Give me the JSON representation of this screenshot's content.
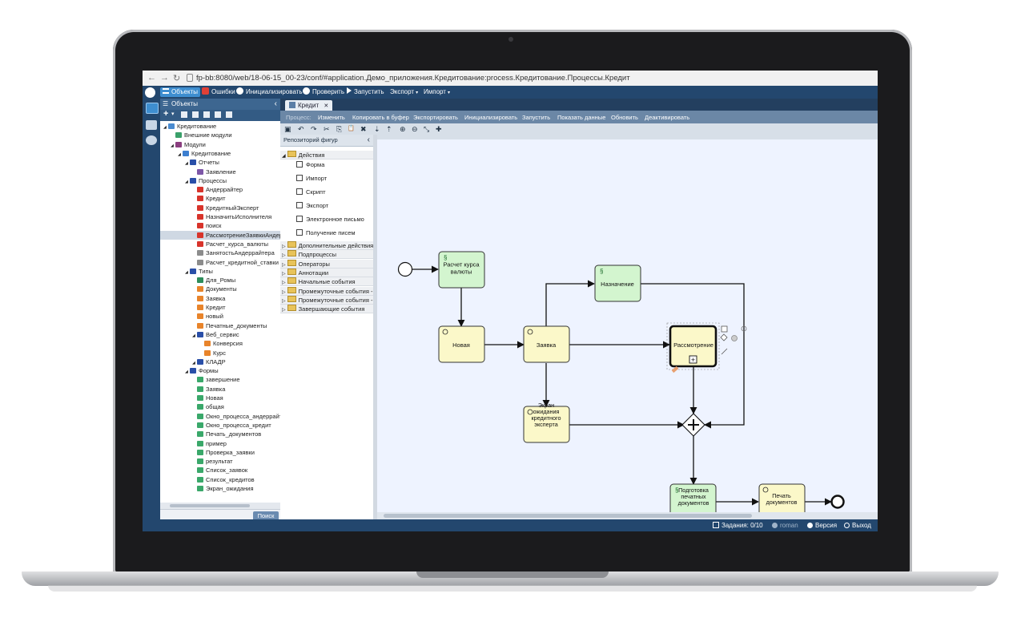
{
  "browser": {
    "back_glyph": "←",
    "forward_glyph": "→",
    "reload_glyph": "↻",
    "url": "fp-bb:8080/web/18-06-15_00-23/conf/#application.Демо_приложения.Кредитование:process.Кредитование.Процессы.Кредит"
  },
  "appbar": {
    "objects": "Объекты",
    "errors": "Ошибки",
    "initialize": "Инициализировать",
    "check": "Проверить",
    "run": "Запустить",
    "export": "Экспорт",
    "import": "Импорт"
  },
  "objects_panel": {
    "title": "Объекты",
    "collapse_glyph": "‹",
    "search_button": "Поиск"
  },
  "tree": [
    {
      "label": "Кредитование",
      "level": 0,
      "kind": "app",
      "color": "#4a8bd0"
    },
    {
      "label": "Внешние модули",
      "level": 1,
      "kind": "cloud",
      "color": "#3aa06a"
    },
    {
      "label": "Модули",
      "level": 1,
      "kind": "module",
      "color": "#8a3e7f"
    },
    {
      "label": "Кредитование",
      "level": 2,
      "kind": "folder",
      "color": "#3d7fd0"
    },
    {
      "label": "Отчеты",
      "level": 3,
      "kind": "folder",
      "color": "#2a4fa8"
    },
    {
      "label": "Заявление",
      "level": 4,
      "kind": "report",
      "color": "#7d57a7"
    },
    {
      "label": "Процессы",
      "level": 3,
      "kind": "folder",
      "color": "#2a4fa8"
    },
    {
      "label": "Андеррайтер",
      "level": 4,
      "kind": "process",
      "color": "#d8342b"
    },
    {
      "label": "Кредит",
      "level": 4,
      "kind": "process",
      "color": "#d8342b"
    },
    {
      "label": "КредитныйЭксперт",
      "level": 4,
      "kind": "process",
      "color": "#d8342b"
    },
    {
      "label": "НазначитьИсполнителя",
      "level": 4,
      "kind": "process",
      "color": "#d8342b"
    },
    {
      "label": "поиск",
      "level": 4,
      "kind": "process",
      "color": "#d8342b"
    },
    {
      "label": "РассмотрениеЗаявкиАндеррайтером",
      "level": 4,
      "kind": "process",
      "color": "#d8342b",
      "selected": true
    },
    {
      "label": "Расчет_курса_валюты",
      "level": 4,
      "kind": "process",
      "color": "#d8342b"
    },
    {
      "label": "ЗанятостьАндеррайтера",
      "level": 4,
      "kind": "script",
      "color": "#8c8c8c"
    },
    {
      "label": "Расчет_кредитной_ставки",
      "level": 4,
      "kind": "script",
      "color": "#8c8c8c"
    },
    {
      "label": "Типы",
      "level": 3,
      "kind": "folder",
      "color": "#2a4fa8"
    },
    {
      "label": "Для_Ромы",
      "level": 4,
      "kind": "table",
      "color": "#2e8d5a"
    },
    {
      "label": "Документы",
      "level": 4,
      "kind": "type",
      "color": "#e8842b"
    },
    {
      "label": "Заявка",
      "level": 4,
      "kind": "type",
      "color": "#e8842b"
    },
    {
      "label": "Кредит",
      "level": 4,
      "kind": "type",
      "color": "#e8842b"
    },
    {
      "label": "новый",
      "level": 4,
      "kind": "type",
      "color": "#e8842b"
    },
    {
      "label": "Печатные_документы",
      "level": 4,
      "kind": "type",
      "color": "#e8842b"
    },
    {
      "label": "Веб_сервис",
      "level": 4,
      "kind": "folder",
      "color": "#2a4fa8"
    },
    {
      "label": "Конверсия",
      "level": 5,
      "kind": "type",
      "color": "#e8842b"
    },
    {
      "label": "Курс",
      "level": 5,
      "kind": "type",
      "color": "#e8842b"
    },
    {
      "label": "КЛАДР",
      "level": 4,
      "kind": "folder",
      "color": "#2a4fa8"
    },
    {
      "label": "Формы",
      "level": 3,
      "kind": "folder",
      "color": "#2a4fa8"
    },
    {
      "label": "завершение",
      "level": 4,
      "kind": "form",
      "color": "#3aa86a"
    },
    {
      "label": "Заявка",
      "level": 4,
      "kind": "form",
      "color": "#3aa86a"
    },
    {
      "label": "Новая",
      "level": 4,
      "kind": "form",
      "color": "#3aa86a"
    },
    {
      "label": "общая",
      "level": 4,
      "kind": "form",
      "color": "#3aa86a"
    },
    {
      "label": "Окно_процесса_андеррайтера",
      "level": 4,
      "kind": "form",
      "color": "#3aa86a"
    },
    {
      "label": "Окно_процесса_кредит",
      "level": 4,
      "kind": "form",
      "color": "#3aa86a"
    },
    {
      "label": "Печать_документов",
      "level": 4,
      "kind": "form",
      "color": "#3aa86a"
    },
    {
      "label": "пример",
      "level": 4,
      "kind": "form",
      "color": "#3aa86a"
    },
    {
      "label": "Проверка_заявки",
      "level": 4,
      "kind": "form",
      "color": "#3aa86a"
    },
    {
      "label": "результат",
      "level": 4,
      "kind": "form",
      "color": "#3aa86a"
    },
    {
      "label": "Список_заявок",
      "level": 4,
      "kind": "form",
      "color": "#3aa86a"
    },
    {
      "label": "Список_кредитов",
      "level": 4,
      "kind": "form",
      "color": "#3aa86a"
    },
    {
      "label": "Экран_ожидания",
      "level": 4,
      "kind": "form",
      "color": "#3aa86a"
    }
  ],
  "doc_tab": {
    "label": "Кредит",
    "close_glyph": "✕"
  },
  "process_bar": {
    "prefix": "Процесс:",
    "change": "Изменить",
    "copy": "Копировать в буфер",
    "export": "Экспортировать",
    "initialize": "Инициализировать",
    "run": "Запустить",
    "show_data": "Показать данные",
    "refresh": "Обновить",
    "deactivate": "Деактивировать"
  },
  "editor_toolbar": {
    "save_glyph": "▣",
    "undo_glyph": "↶",
    "redo_glyph": "↷",
    "cut_glyph": "✂",
    "copy_glyph": "⎘",
    "paste_glyph": "📋",
    "delete_glyph": "✖",
    "down_glyph": "⇣",
    "up_glyph": "⇡",
    "zoom_in_glyph": "⊕",
    "zoom_out_glyph": "⊖",
    "fit_glyph": "⤡",
    "add_glyph": "✚"
  },
  "repository": {
    "title": "Репозиторий фигур",
    "categories": [
      {
        "label": "Действия",
        "expanded": true
      },
      {
        "label": "Дополнительные действия"
      },
      {
        "label": "Подпроцессы"
      },
      {
        "label": "Операторы"
      },
      {
        "label": "Аннотации"
      },
      {
        "label": "Начальные события"
      },
      {
        "label": "Промежуточные события - ос"
      },
      {
        "label": "Промежуточные события - со"
      },
      {
        "label": "Завершающие события"
      }
    ],
    "items": [
      {
        "label": "Форма"
      },
      {
        "label": "Импорт"
      },
      {
        "label": "Скрипт"
      },
      {
        "label": "Экспорт"
      },
      {
        "label": "Электронное письмо"
      },
      {
        "label": "Получение писем"
      }
    ]
  },
  "diagram": {
    "tasks": {
      "calc": "Расчет курса\nвалюты",
      "assign": "Назначение",
      "new": "Новая",
      "application": "Заявка",
      "review": "Рассмотрение",
      "wait": "Экран\nожидания\nкредитного\nэксперта",
      "prepare": "Подготовка\nпечатных\nдокументов",
      "print": "Печать\nдокументов"
    },
    "colors": {
      "green_task": "#d3f5cf",
      "yellow_task": "#fbf8c9",
      "canvas": "#eef3ff"
    }
  },
  "statusbar": {
    "tasks": "Задания: 0/10",
    "user": "roman",
    "version": "Версия",
    "exit": "Выход"
  }
}
